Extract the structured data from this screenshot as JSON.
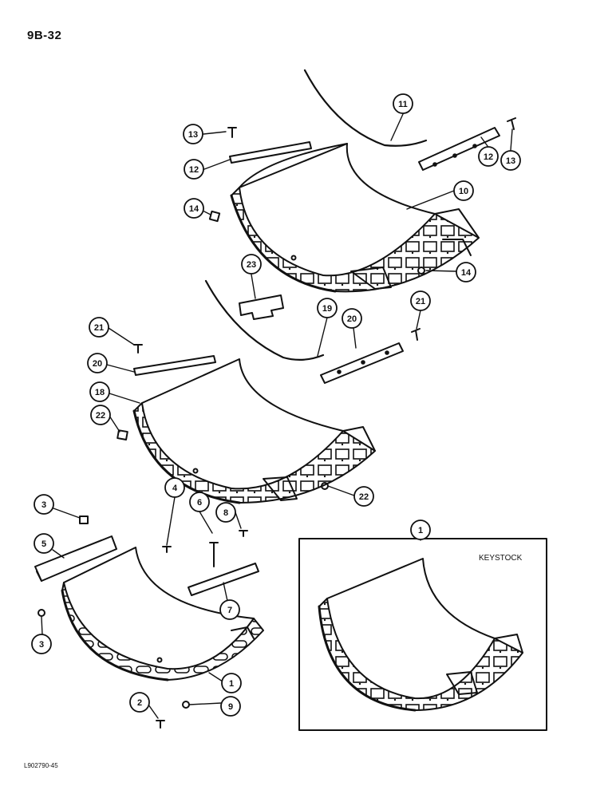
{
  "page_id": "9B-32",
  "figure_code": "L902790-45",
  "inset_label": "KEYSTOCK",
  "callouts": {
    "c13a": "13",
    "c12a": "12",
    "c11": "11",
    "c12b": "12",
    "c13b": "13",
    "c10": "10",
    "c14a": "14",
    "c14b": "14",
    "c23": "23",
    "c21a": "21",
    "c19": "19",
    "c20a": "20",
    "c21b": "21",
    "c20b": "20",
    "c18": "18",
    "c22a": "22",
    "c22b": "22",
    "c4": "4",
    "c6": "6",
    "c8": "8",
    "c3a": "3",
    "c5": "5",
    "c7": "7",
    "c3b": "3",
    "c1a": "1",
    "c2": "2",
    "c9": "9",
    "c1b": "1"
  }
}
